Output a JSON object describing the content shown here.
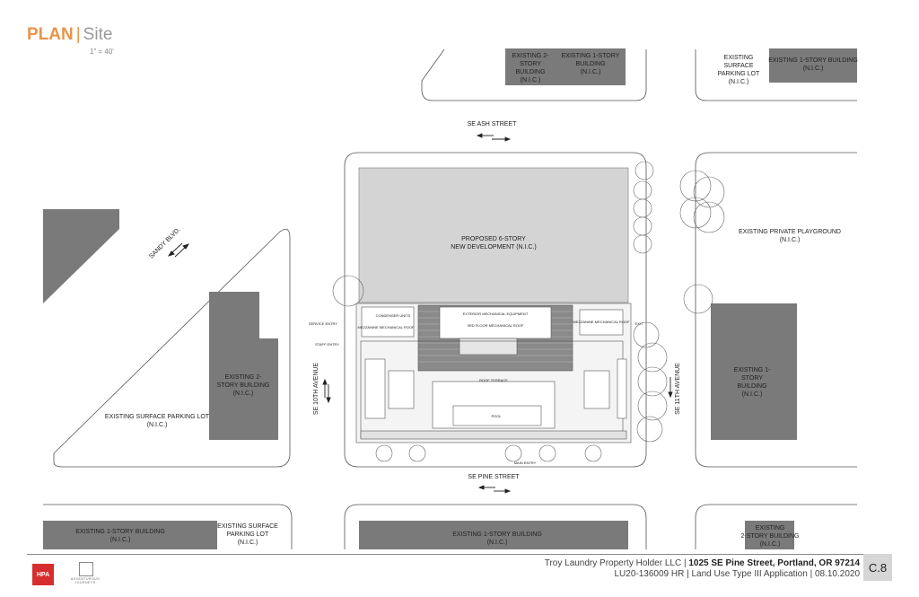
{
  "header": {
    "plan_word": "PLAN",
    "separator": "|",
    "site_word": "Site",
    "scale": "1\" = 40'"
  },
  "streets": {
    "ash": "SE ASH STREET",
    "pine": "SE PINE STREET",
    "tenth": "SE 10TH AVENUE",
    "eleventh": "SE 11TH AVENUE",
    "sandy": "SANDY BLVD."
  },
  "labels": {
    "n_2story_top": [
      "EXISTING 2-",
      "STORY",
      "BUILDING",
      "(N.I.C.)"
    ],
    "n_1story_top": [
      "EXISTING 1-STORY",
      "BUILDING",
      "(N.I.C.)"
    ],
    "ne_parking": [
      "EXISTING",
      "SURFACE",
      "PARKING LOT",
      "(N.I.C.)"
    ],
    "ne_1story": [
      "EXISTING 1-STORY BUILDING",
      "(N.I.C.)"
    ],
    "proposed": [
      "PROPOSED 6-STORY",
      "NEW DEVELOPMENT (N.I.C.)"
    ],
    "playground": [
      "EXISTING PRIVATE PLAYGROUND",
      "(N.I.C.)"
    ],
    "w_2story": [
      "EXISTING 2-",
      "STORY BUILDING",
      "(N.I.C.)"
    ],
    "w_parking": [
      "EXISTING SURFACE PARKING LOT",
      "(N.I.C.)"
    ],
    "e_1story": [
      "EXISTING 1-",
      "STORY",
      "BUILDING",
      "(N.I.C.)"
    ],
    "sw_1story": [
      "EXISTING 1-STORY BUILDING",
      "(N.I.C.)"
    ],
    "sw_parking": [
      "EXISTING SURFACE",
      "PARKING LOT",
      "(N.I.C.)"
    ],
    "s_1story": [
      "EXISTING 1-STORY BUILDING",
      "(N.I.C.)"
    ],
    "se_2story": [
      "EXISTING",
      "2-STORY BUILDING",
      "(N.I.C.)"
    ],
    "site_small": [
      "CONDENSER UNITS",
      "MEZZANINE MECHANICAL ROOF",
      "EXTERIOR MECHANICAL EQUIPMENT",
      "3RD FLOOR MECHANICAL ROOF",
      "MEZZANINE MECHANICAL ROOF",
      "ROOF TERRACE",
      "POOL",
      "SERVICE ENTRY",
      "STAFF ENTRY",
      "MAIN ENTRY",
      "EXIT"
    ]
  },
  "footer": {
    "line1_prefix": "Troy Laundry Property Holder LLC |",
    "line1_address": "1025 SE Pine Street, Portland, OR 97214",
    "line2": "LU20-136009 HR  | Land Use Type III Application | 08.10.2020",
    "sheet": "C.8",
    "logo_text": "HPA",
    "logo2_text": "ADVENTUROUS JOURNEYS"
  },
  "colors": {
    "accent": "#e8944a",
    "building_dark": "#7a7a7a",
    "building_light": "#d4d4d4",
    "sheet_bg": "#d6d6d6",
    "logo_red": "#d62e2e"
  }
}
